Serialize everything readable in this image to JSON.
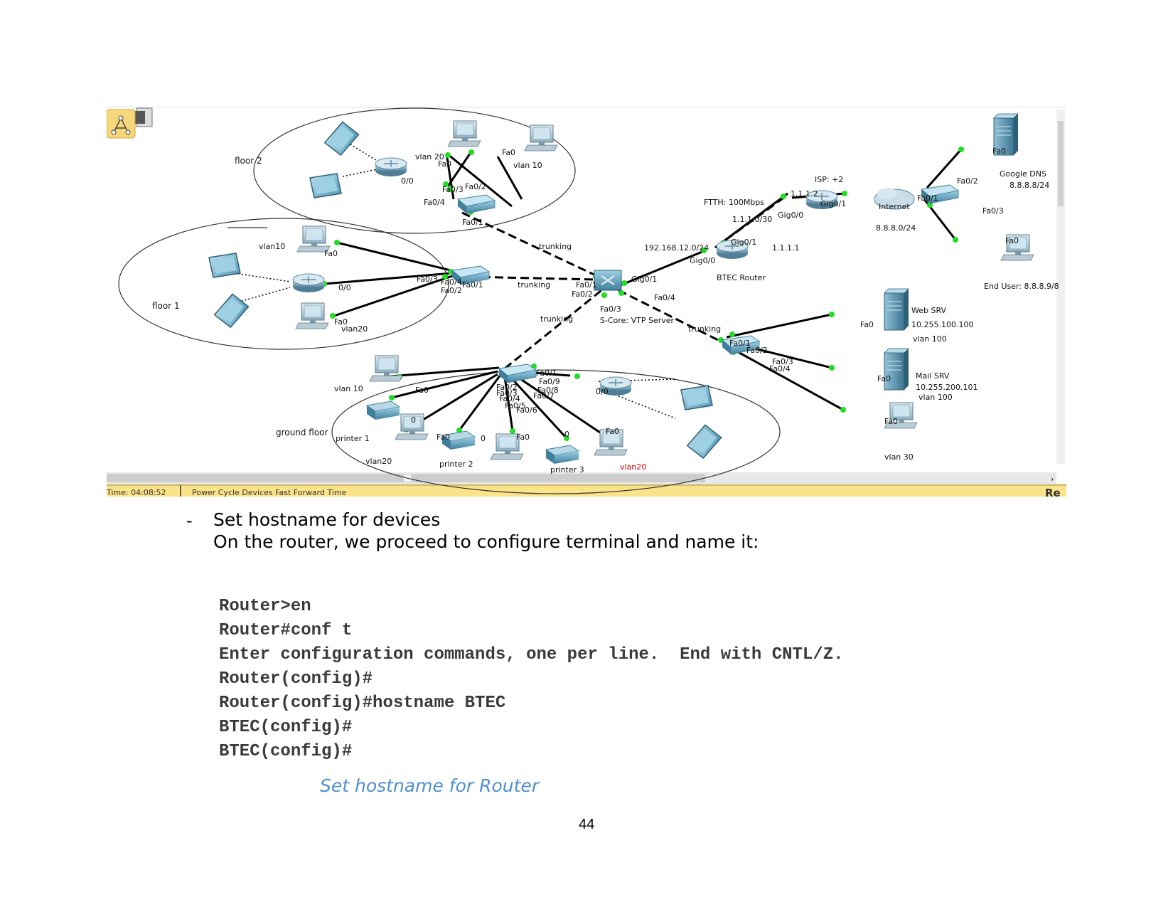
{
  "diagram": {
    "status_bar": {
      "time": "Time: 04:08:52",
      "actions": "Power Cycle Devices  Fast Forward Time",
      "realtime": "Re"
    },
    "zones": {
      "floor2": "floor 2",
      "floor1": "floor 1",
      "ground": "ground floor"
    },
    "links": {
      "trunk_a": "trunking",
      "trunk_b": "trunking",
      "trunk_c": "trunking",
      "trunk_d": "trunking"
    },
    "labels": {
      "vlan20_f2": "vlan 20",
      "vlan10_f2": "vlan 10",
      "fa0_f2a": "Fa0",
      "fa0_f2b": "Fa0",
      "fa03_f2": "Fa0/3",
      "fa02_f2": "Fa0/2",
      "fa04_f2": "Fa0/4",
      "fa01_f2": "Fa0/1",
      "ap_f2": "0/0",
      "vlan10_f1": "vlan10",
      "fa0_f1a": "Fa0",
      "fa0_f1b": "Fa0",
      "vlan20_f1": "vlan20",
      "ap_f1": "0/0",
      "fa03_f1": "Fa0/3",
      "fa04_f1": "Fa0/4",
      "fa02_f1": "Fa0/2",
      "fa01_f1": "Fa0/1",
      "core_fa01": "Fa0/1",
      "core_fa02": "Fa0/2",
      "core_fa03": "Fa0/3",
      "core_fa04": "Fa0/4",
      "core_gig": "Gig0/1",
      "core_name": "S-Core: VTP Server",
      "lan_net": "192.168.12.0/24",
      "btec_gig00": "Gig0/0",
      "btec_gig01": "Gig0/1",
      "btec_name": "BTEC Router",
      "ftth": "FTTH: 100Mbps",
      "wan_net": "1.1.1.0/30",
      "isp_gig00": "Gig0/0",
      "ip_1111": "1.1.1.1",
      "ip_1112": "1.1.1.2",
      "isp_name": "ISP: +2",
      "isp_gig01": "Gig0/1",
      "internet": "Internet",
      "internet_net": "8.8.8.0/24",
      "sw_fa01": "Fa0/1",
      "sw_fa02": "Fa0/2",
      "sw_fa03": "Fa0/3",
      "dns_fa0": "Fa0",
      "dns_name": "Google DNS",
      "dns_ip": "8.8.8.8/24",
      "end_fa0": "Fa0",
      "end_user": "End User: 8.8.8.9/8",
      "srv_fa01": "Fa0/1",
      "srv_fa02": "Fa0/2",
      "srv_fa03": "Fa0/3",
      "srv_fa04": "Fa0/4",
      "web_fa0": "Fa0",
      "web_name": "Web SRV",
      "web_ip": "10.255.100.100",
      "web_vlan": "vlan 100",
      "mail_fa0": "Fa0",
      "mail_name": "Mail SRV",
      "mail_ip": "10.255.200.101",
      "mail_vlan": "vlan 100",
      "v30_fa0": "Fa0",
      "v30_name": "vlan 30",
      "g_vlan10": "vlan 10",
      "g_fa0a": "Fa0",
      "g_printer1": "printer 1",
      "g_p1port": "0",
      "g_vlan20a": "vlan20",
      "g_fa0b": "Fa0",
      "g_p2port": "0",
      "g_printer2": "printer 2",
      "g_fa0c": "Fa0",
      "g_p3port": "0",
      "g_printer3": "printer 3",
      "g_fa0d": "Fa0",
      "g_vlan20b": "vlan20",
      "g_ap": "0/0",
      "g_fa01": "Fa0/1",
      "g_fa09": "Fa0/9",
      "g_fa08": "Fa0/8",
      "g_fa07": "Fa0/7",
      "g_fa02": "Fa0/2",
      "g_fa03": "Fa0/3",
      "g_fa04": "Fa0/4",
      "g_fa05": "Fa0/5",
      "g_fa06": "Fa0/6"
    },
    "colors": {
      "vlan20_red": "#d40000",
      "link_dot": "#22dd22"
    }
  },
  "bullet": "-",
  "heading": "Set hostname for devices",
  "intro": "On the router, we proceed to configure terminal and name it:",
  "cli": [
    "Router>en",
    "Router#conf t",
    "Enter configuration commands, one per line.  End with CNTL/Z.",
    "Router(config)#",
    "Router(config)#hostname BTEC",
    "BTEC(config)#",
    "BTEC(config)#"
  ],
  "caption": "Set hostname for Router",
  "page_number": "44"
}
